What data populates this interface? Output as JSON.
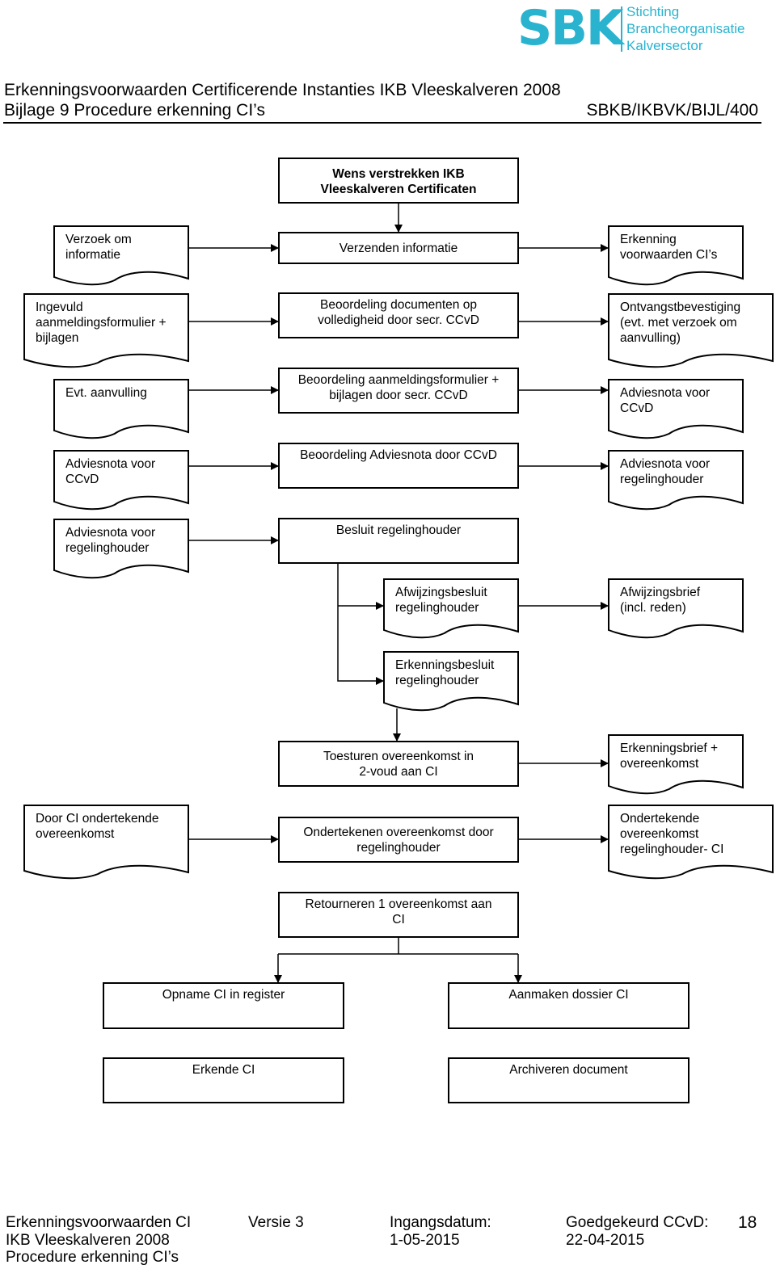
{
  "logo": {
    "mark": "SBK",
    "lines": [
      "Stichting",
      "Brancheorganisatie",
      "Kalversector"
    ],
    "color": "#29b3cf"
  },
  "header": {
    "title": "Erkenningsvoorwaarden Certificerende Instanties IKB Vleeskalveren 2008",
    "subtitle": "Bijlage 9 Procedure erkenning CI’s",
    "code": "SBKB/IKBVK/BIJL/400"
  },
  "flow": {
    "start": "Wens verstrekken IKB\nVleeskalveren Certificaten",
    "r1": {
      "left": "Verzoek om\ninformatie",
      "center": "Verzenden informatie",
      "right": "Erkenning\nvoorwaarden CI’s"
    },
    "r2": {
      "left": "Ingevuld\naanmeldingsformulier +\nbijlagen",
      "center": "Beoordeling documenten op\nvolledigheid door secr. CCvD",
      "right": "Ontvangstbevestiging\n(evt. met verzoek om\naanvulling)"
    },
    "r3": {
      "left": "Evt. aanvulling",
      "center": "Beoordeling aanmeldingsformulier +\nbijlagen door secr. CCvD",
      "right": "Adviesnota voor\nCCvD"
    },
    "r4": {
      "left": "Adviesnota voor\nCCvD",
      "center": "Beoordeling Adviesnota door CCvD",
      "right": "Adviesnota voor\nregelinghouder"
    },
    "r5": {
      "left": "Adviesnota voor\nregelinghouder",
      "center": "Besluit regelinghouder"
    },
    "rejection": {
      "decision": "Afwijzingsbesluit\nregelinghouder",
      "letter": "Afwijzingsbrief\n(incl. reden)"
    },
    "approval": {
      "decision": "Erkenningsbesluit\nregelinghouder"
    },
    "r8": {
      "center": "Toesturen overeenkomst in\n2-voud aan CI",
      "right": "Erkenningsbrief +\novereenkomst"
    },
    "r9": {
      "left": "Door CI ondertekende\novereenkomst",
      "center": "Ondertekenen overeenkomst door\nregelinghouder",
      "right": "Ondertekende\novereenkomst\nregelinghouder- CI"
    },
    "r10": {
      "center": "Retourneren 1 overeenkomst aan\nCI"
    },
    "r11": {
      "left": "Opname CI in register",
      "right": "Aanmaken dossier CI"
    },
    "r12": {
      "left": "Erkende CI",
      "right": "Archiveren document"
    }
  },
  "footer": {
    "doc": "Erkenningsvoorwaarden CI\nIKB Vleeskalveren 2008\nProcedure erkenning CI’s",
    "version": "Versie 3",
    "effective": "Ingangsdatum:\n1-05-2015",
    "approved": "Goedgekeurd CCvD:\n22-04-2015",
    "page": "18"
  }
}
